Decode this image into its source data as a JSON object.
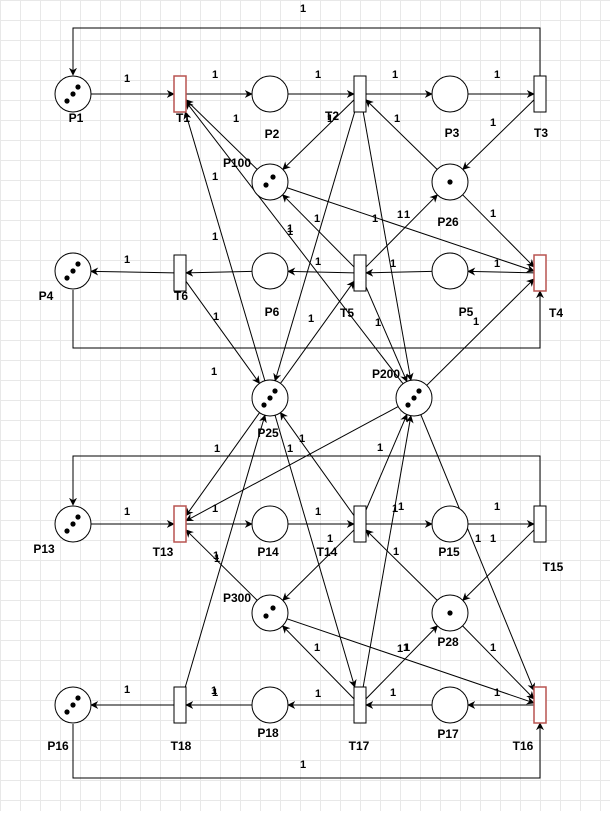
{
  "diagram": {
    "places": [
      {
        "id": "P1",
        "label": "P1",
        "tokens": 3
      },
      {
        "id": "P2",
        "label": "P2",
        "tokens": 0
      },
      {
        "id": "P3",
        "label": "P3",
        "tokens": 0
      },
      {
        "id": "P100",
        "label": "P100",
        "tokens": 2
      },
      {
        "id": "P26",
        "label": "P26",
        "tokens": 1
      },
      {
        "id": "P4",
        "label": "P4",
        "tokens": 3
      },
      {
        "id": "P6",
        "label": "P6",
        "tokens": 0
      },
      {
        "id": "P5",
        "label": "P5",
        "tokens": 0
      },
      {
        "id": "P25",
        "label": "P25",
        "tokens": 3
      },
      {
        "id": "P200",
        "label": "P200",
        "tokens": 3
      },
      {
        "id": "P13",
        "label": "P13",
        "tokens": 3
      },
      {
        "id": "P14",
        "label": "P14",
        "tokens": 0
      },
      {
        "id": "P15",
        "label": "P15",
        "tokens": 0
      },
      {
        "id": "P300",
        "label": "P300",
        "tokens": 2
      },
      {
        "id": "P28",
        "label": "P28",
        "tokens": 1
      },
      {
        "id": "P16",
        "label": "P16",
        "tokens": 3
      },
      {
        "id": "P18",
        "label": "P18",
        "tokens": 0
      },
      {
        "id": "P17",
        "label": "P17",
        "tokens": 0
      }
    ],
    "transitions": [
      {
        "id": "T1",
        "label": "T1",
        "highlight": true
      },
      {
        "id": "T2",
        "label": "T2",
        "highlight": false
      },
      {
        "id": "T3",
        "label": "T3",
        "highlight": false
      },
      {
        "id": "T4",
        "label": "T4",
        "highlight": true
      },
      {
        "id": "T5",
        "label": "T5",
        "highlight": false
      },
      {
        "id": "T6",
        "label": "T6",
        "highlight": false
      },
      {
        "id": "T13",
        "label": "T13",
        "highlight": true
      },
      {
        "id": "T14",
        "label": "T14",
        "highlight": false
      },
      {
        "id": "T15",
        "label": "T15",
        "highlight": false
      },
      {
        "id": "T16",
        "label": "T16",
        "highlight": true
      },
      {
        "id": "T17",
        "label": "T17",
        "highlight": false
      },
      {
        "id": "T18",
        "label": "T18",
        "highlight": false
      }
    ],
    "arcs": [
      {
        "from": "P1",
        "to": "T1",
        "weight": "1"
      },
      {
        "from": "T1",
        "to": "P2",
        "weight": "1"
      },
      {
        "from": "P2",
        "to": "T2",
        "weight": "1"
      },
      {
        "from": "T2",
        "to": "P3",
        "weight": "1"
      },
      {
        "from": "P3",
        "to": "T3",
        "weight": "1"
      },
      {
        "from": "T3",
        "to": "P1",
        "weight": "1"
      },
      {
        "from": "T3",
        "to": "P26",
        "weight": "1"
      },
      {
        "from": "T2",
        "to": "P100",
        "weight": "1"
      },
      {
        "from": "P100",
        "to": "T1",
        "weight": "1"
      },
      {
        "from": "P26",
        "to": "T2",
        "weight": "1"
      },
      {
        "from": "P26",
        "to": "T4",
        "weight": "1"
      },
      {
        "from": "P100",
        "to": "T4",
        "weight": "1"
      },
      {
        "from": "T4",
        "to": "P5",
        "weight": "1"
      },
      {
        "from": "P5",
        "to": "T5",
        "weight": "1"
      },
      {
        "from": "T5",
        "to": "P6",
        "weight": "1"
      },
      {
        "from": "P6",
        "to": "T6",
        "weight": "1"
      },
      {
        "from": "T6",
        "to": "P4",
        "weight": "1"
      },
      {
        "from": "P4",
        "to": "T4",
        "weight": "1"
      },
      {
        "from": "T5",
        "to": "P100",
        "weight": "1"
      },
      {
        "from": "T5",
        "to": "P26",
        "weight": "1"
      },
      {
        "from": "T6",
        "to": "P25",
        "weight": "1"
      },
      {
        "from": "P25",
        "to": "T1",
        "weight": "1"
      },
      {
        "from": "T2",
        "to": "P25",
        "weight": "1"
      },
      {
        "from": "P25",
        "to": "T5",
        "weight": "1"
      },
      {
        "from": "T2",
        "to": "P200",
        "weight": "1"
      },
      {
        "from": "P200",
        "to": "T1",
        "weight": "1"
      },
      {
        "from": "T5",
        "to": "P200",
        "weight": "1"
      },
      {
        "from": "P200",
        "to": "T4",
        "weight": "1"
      },
      {
        "from": "P13",
        "to": "T13",
        "weight": "1"
      },
      {
        "from": "T13",
        "to": "P14",
        "weight": "1"
      },
      {
        "from": "P14",
        "to": "T14",
        "weight": "1"
      },
      {
        "from": "T14",
        "to": "P15",
        "weight": "1"
      },
      {
        "from": "P15",
        "to": "T15",
        "weight": "1"
      },
      {
        "from": "T15",
        "to": "P13",
        "weight": "1"
      },
      {
        "from": "T15",
        "to": "P28",
        "weight": "1"
      },
      {
        "from": "T14",
        "to": "P300",
        "weight": "1"
      },
      {
        "from": "P300",
        "to": "T13",
        "weight": "1"
      },
      {
        "from": "P28",
        "to": "T14",
        "weight": "1"
      },
      {
        "from": "P28",
        "to": "T16",
        "weight": "1"
      },
      {
        "from": "P300",
        "to": "T16",
        "weight": "1"
      },
      {
        "from": "T16",
        "to": "P17",
        "weight": "1"
      },
      {
        "from": "P17",
        "to": "T17",
        "weight": "1"
      },
      {
        "from": "T17",
        "to": "P18",
        "weight": "1"
      },
      {
        "from": "P18",
        "to": "T18",
        "weight": "1"
      },
      {
        "from": "T18",
        "to": "P16",
        "weight": "1"
      },
      {
        "from": "P16",
        "to": "T16",
        "weight": "1"
      },
      {
        "from": "T17",
        "to": "P300",
        "weight": "1"
      },
      {
        "from": "T17",
        "to": "P28",
        "weight": "1"
      },
      {
        "from": "P25",
        "to": "T13",
        "weight": "1"
      },
      {
        "from": "T18",
        "to": "P25",
        "weight": "1"
      },
      {
        "from": "T14",
        "to": "P25",
        "weight": "1"
      },
      {
        "from": "P25",
        "to": "T17",
        "weight": "1"
      },
      {
        "from": "P200",
        "to": "T13",
        "weight": "1"
      },
      {
        "from": "T14",
        "to": "P200",
        "weight": "1"
      },
      {
        "from": "T17",
        "to": "P200",
        "weight": "1"
      },
      {
        "from": "P200",
        "to": "T16",
        "weight": "1"
      }
    ],
    "colors": {
      "stroke": "#000000",
      "highlight": "#b85450",
      "fill": "#ffffff",
      "grid": "#e8e8e8"
    }
  }
}
